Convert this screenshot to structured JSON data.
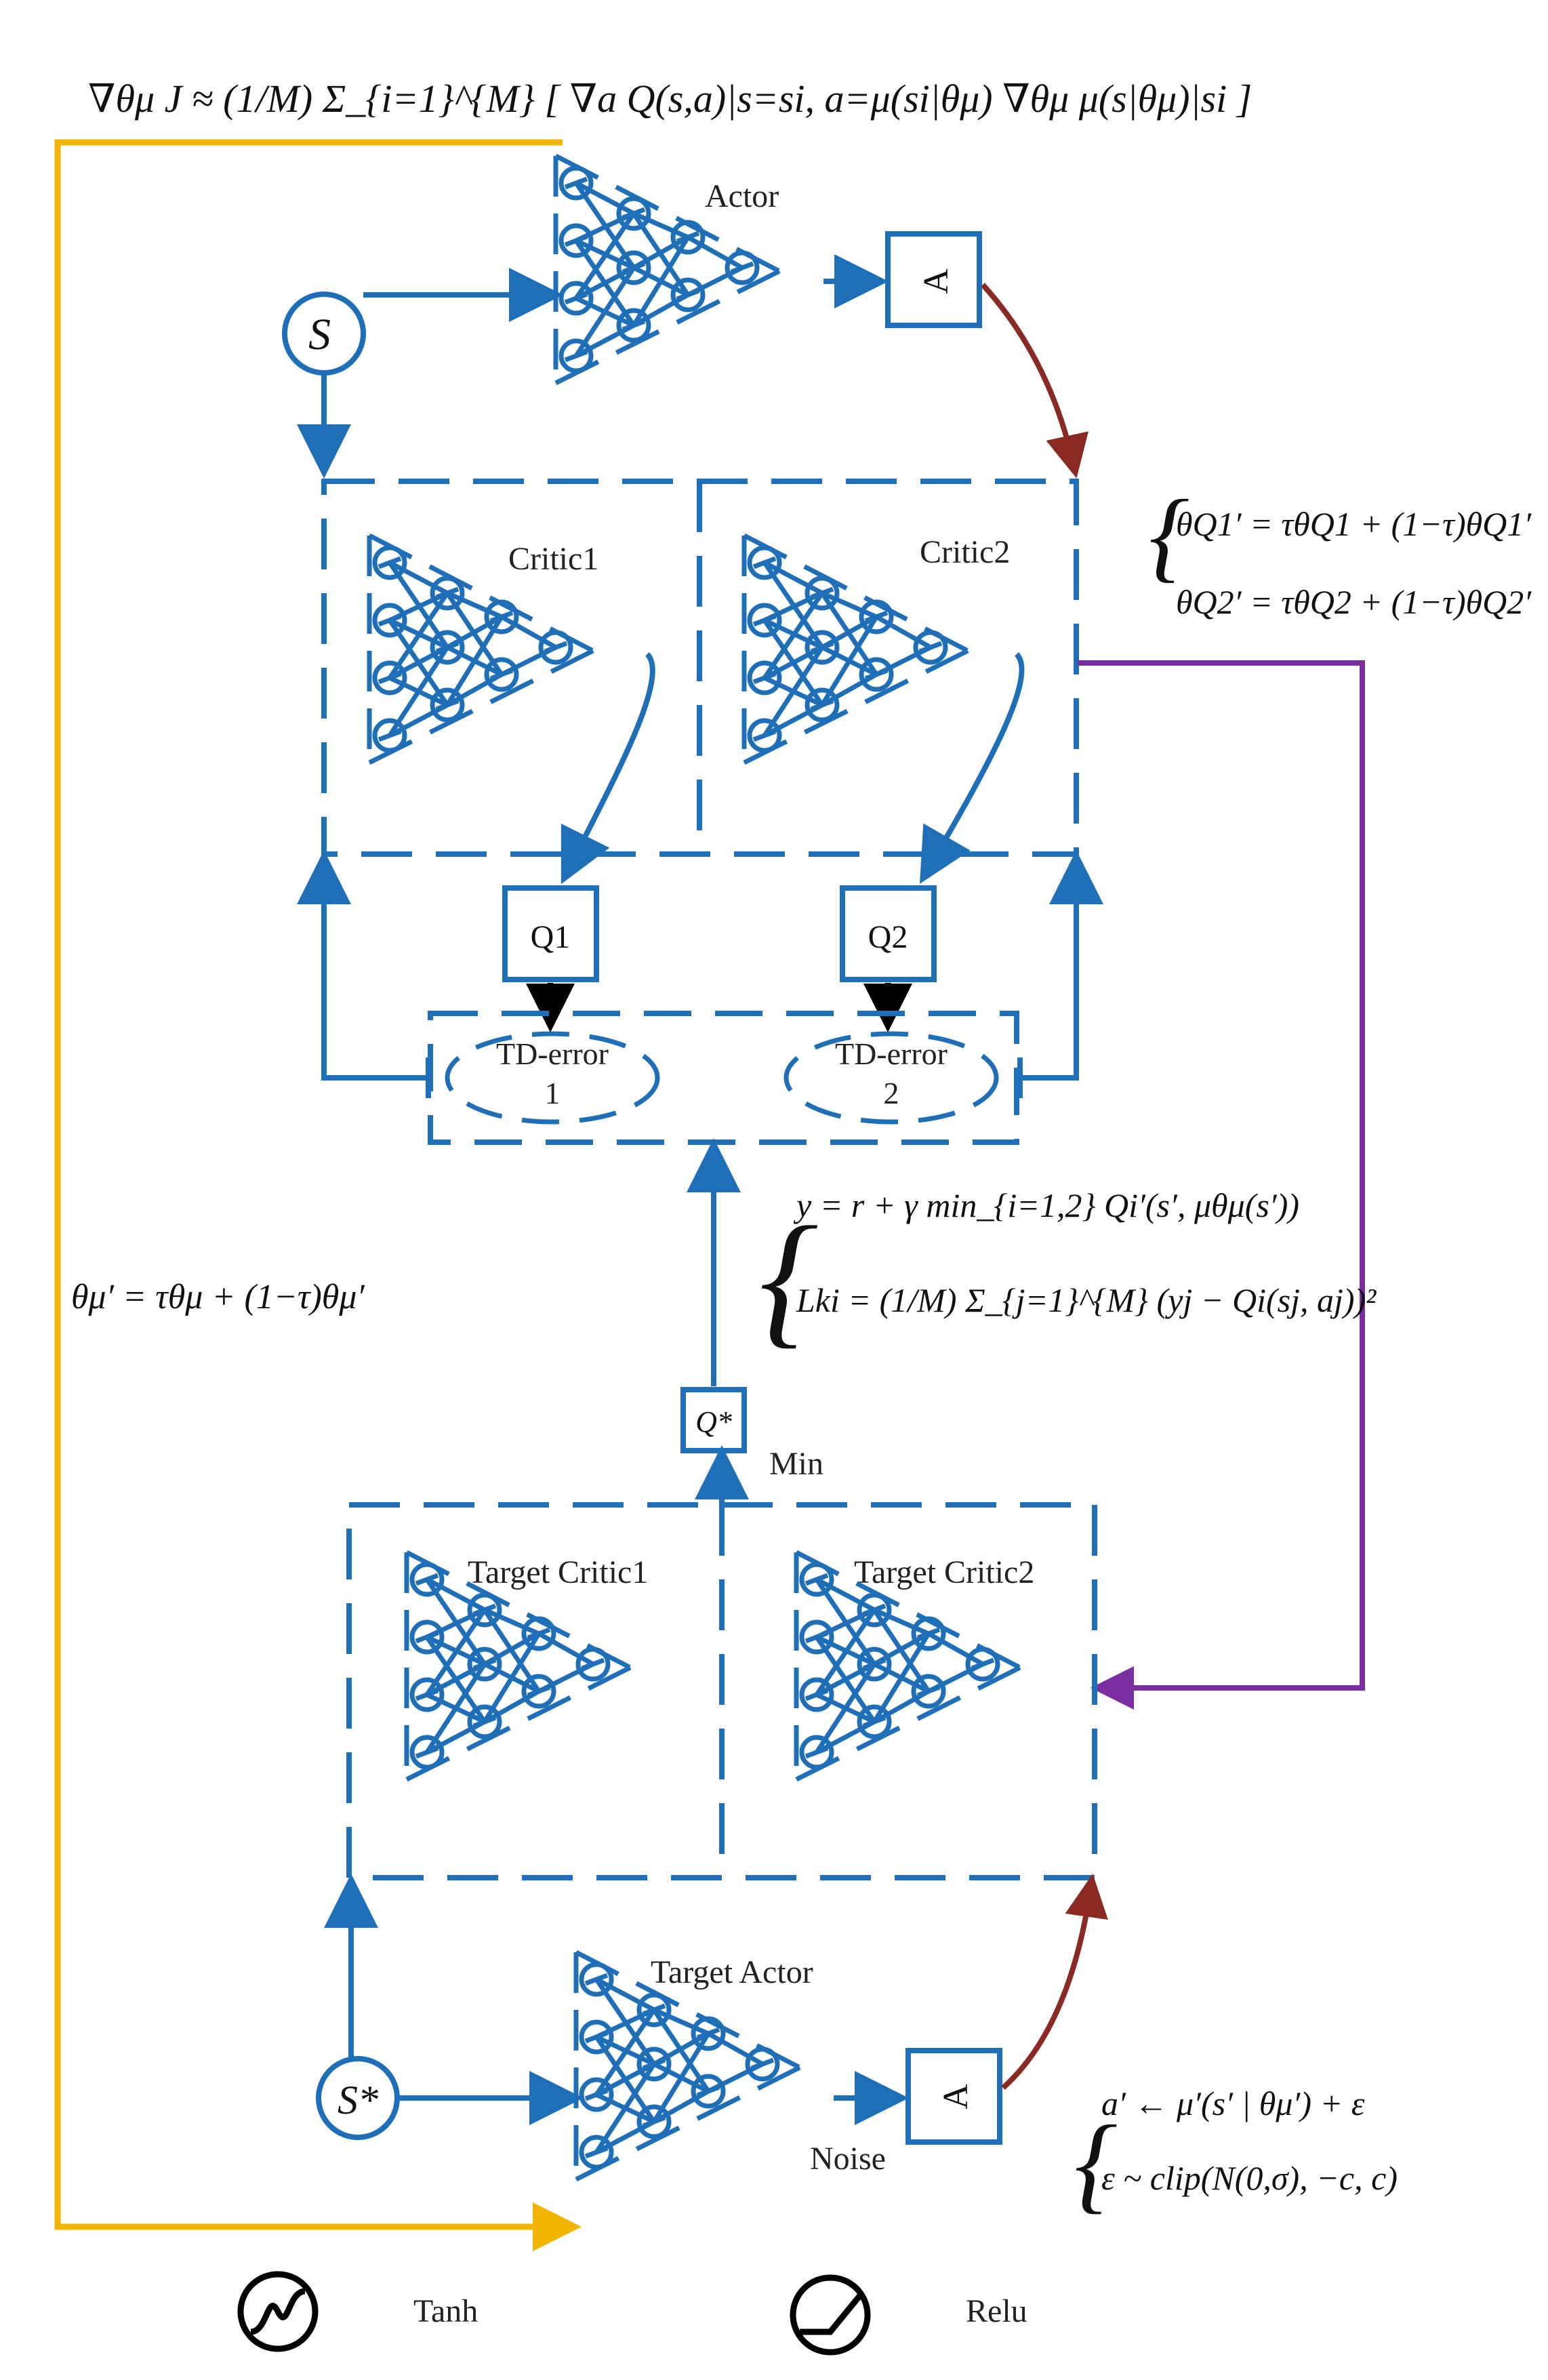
{
  "colors": {
    "network": "#1f6fb8",
    "soft_update": "#f2b500",
    "critic_update": "#7a2ea0",
    "action_flow": "#8b2a22",
    "td_arrow": "#000000"
  },
  "formulas": {
    "policy_gradient": "∇θμ J ≈ (1/M) Σ_{i=1}^{M} [ ∇a Q(s,a)|s=si, a=μ(si|θμ) ∇θμ μ(s|θμ)|si ]",
    "critic_soft_update_1": "θQ1′ = τθQ1 + (1−τ)θQ1′",
    "critic_soft_update_2": "θQ2′ = τθQ2 + (1−τ)θQ2′",
    "actor_soft_update": "θμ′ = τθμ + (1−τ)θμ′",
    "target_y": "y = r + γ min_{i=1,2} Qi′(s′, μθμ(s′))",
    "loss": "Lki = (1/M) Σ_{j=1}^{M} (yj − Qi(sj, aj))²",
    "noise_action": "a′ ← μ′(s′ | θμ′) + ε",
    "noise_clip": "ε ~ clip(N(0,σ), −c, c)"
  },
  "nodes": {
    "state": "S",
    "target_state": "S*",
    "action": "A",
    "target_action": "A",
    "q1": "Q1",
    "q2": "Q2",
    "q_star": "Q*",
    "td_error_1_line1": "TD-error",
    "td_error_1_line2": "1",
    "td_error_2_line1": "TD-error",
    "td_error_2_line2": "2"
  },
  "networks": {
    "actor": "Actor",
    "critic1": "Critic1",
    "critic2": "Critic2",
    "target_critic1": "Target Critic1",
    "target_critic2": "Target Critic2",
    "target_actor": "Target Actor"
  },
  "labels": {
    "min": "Min",
    "noise": "Noise"
  },
  "legend": {
    "tanh": "Tanh",
    "relu": "Relu"
  }
}
